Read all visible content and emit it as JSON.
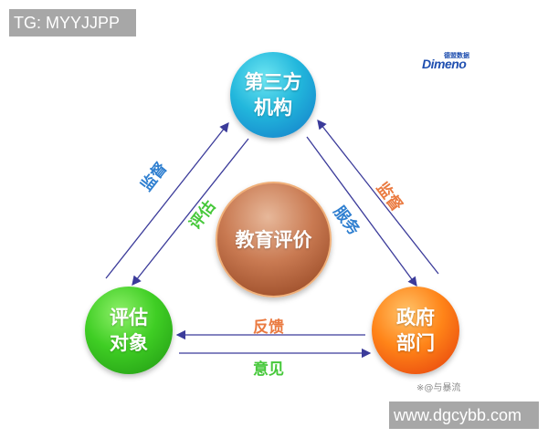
{
  "watermarks": {
    "top": "TG: MYYJJPP",
    "bottom": "www.dgcybb.com"
  },
  "logo": {
    "cn": "德盟数据",
    "en": "Dimeno"
  },
  "credit": "※@与暴流",
  "nodes": {
    "top": {
      "line1": "第三方",
      "line2": "机构",
      "color": "#22b7dc"
    },
    "center": {
      "label": "教育评价",
      "color": "#c97a52"
    },
    "left": {
      "line1": "评估",
      "line2": "对象",
      "color": "#3fce24"
    },
    "right": {
      "line1": "政府",
      "line2": "部门",
      "color": "#ff8418"
    }
  },
  "edges": {
    "left_outer": {
      "label": "监督",
      "from": "评估对象",
      "to": "第三方机构",
      "color": "#2f7fd0"
    },
    "left_inner": {
      "label": "评估",
      "from": "第三方机构",
      "to": "评估对象",
      "color": "#46c83a"
    },
    "right_inner": {
      "label": "服务",
      "from": "第三方机构",
      "to": "政府部门",
      "color": "#2f7fd0"
    },
    "right_outer": {
      "label": "监督",
      "from": "政府部门",
      "to": "第三方机构",
      "color": "#ea7a40"
    },
    "bottom_top": {
      "label": "反馈",
      "from": "政府部门",
      "to": "评估对象",
      "color": "#ea7a40"
    },
    "bottom_bottom": {
      "label": "意见",
      "from": "评估对象",
      "to": "政府部门",
      "color": "#46c83a"
    }
  }
}
